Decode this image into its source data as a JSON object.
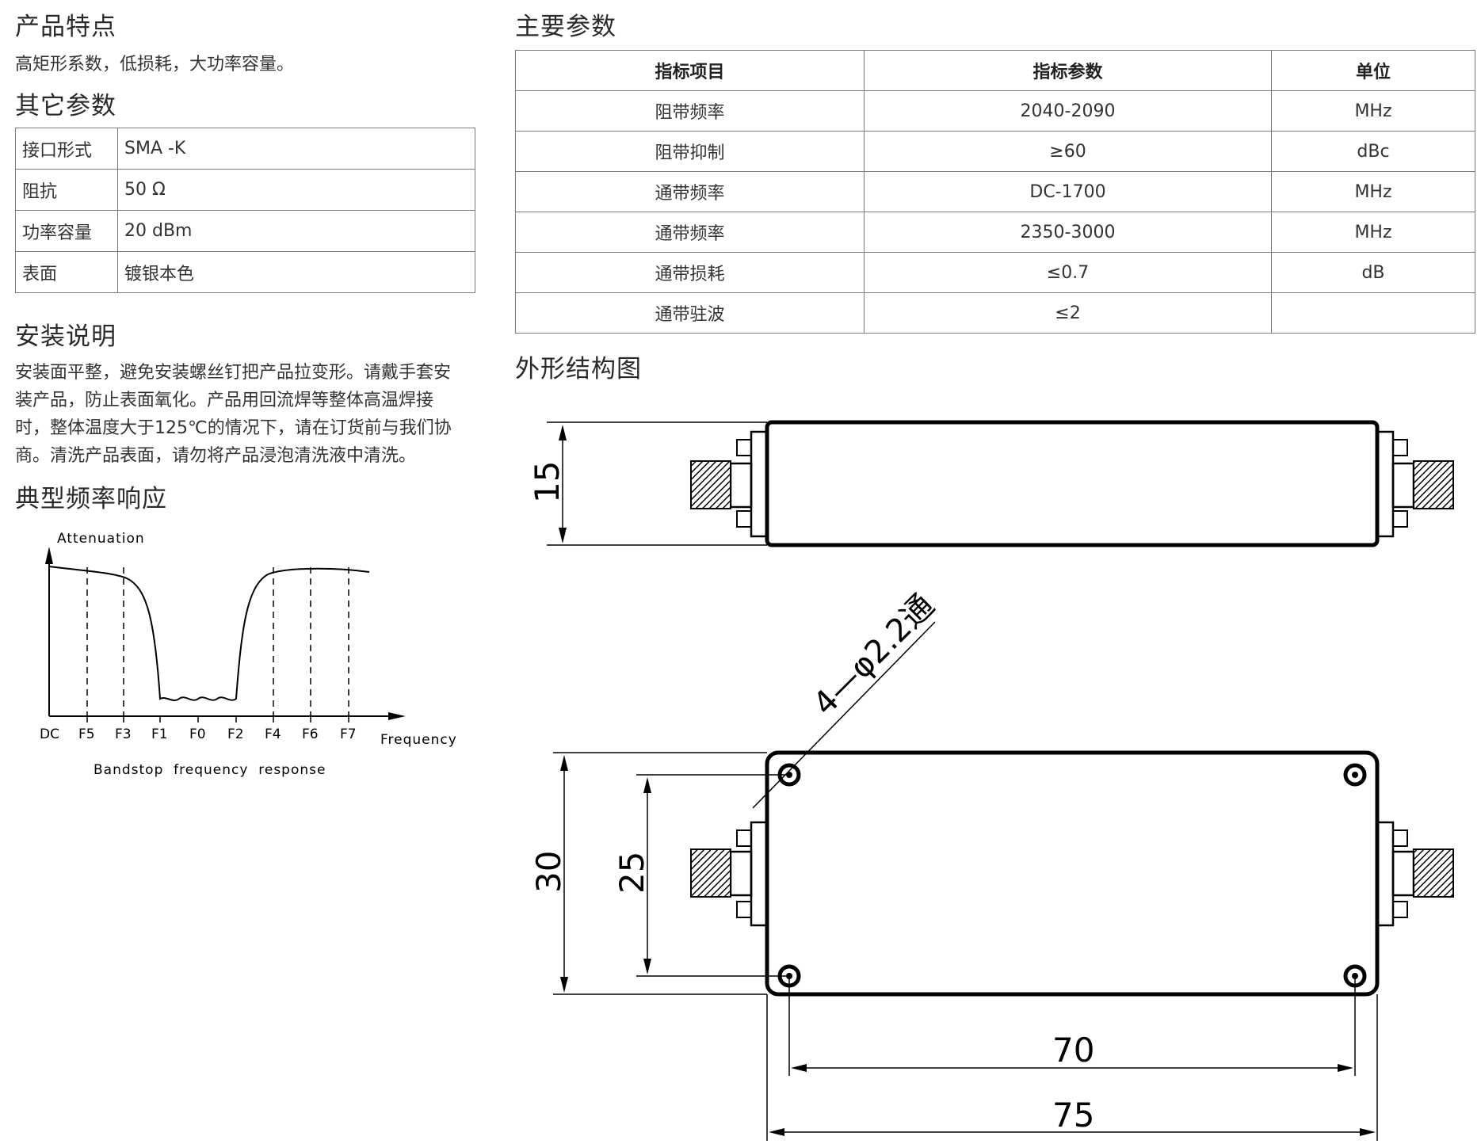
{
  "features": {
    "title": "产品特点",
    "text": "高矩形系数，低损耗，大功率容量。"
  },
  "other_params": {
    "title": "其它参数",
    "rows": [
      {
        "key": "接口形式",
        "value": "SMA -K"
      },
      {
        "key": "阻抗",
        "value": "50 Ω"
      },
      {
        "key": "功率容量",
        "value": "20 dBm"
      },
      {
        "key": "表面",
        "value": "镀银本色"
      }
    ]
  },
  "install": {
    "title": "安装说明",
    "lines": [
      "安装面平整，避免安装螺丝钉把产品拉变形。请戴手套安",
      "装产品，防止表面氧化。产品用回流焊等整体高温焊接",
      "时，整体温度大于125℃的情况下，请在订货前与我们协",
      "商。清洗产品表面，请勿将产品浸泡清洗液中清洗。"
    ]
  },
  "freq_response": {
    "title": "典型频率响应",
    "y_label": "Attenuation",
    "x_label": "Frequency",
    "caption": "Bandstop  frequency  response",
    "ticks": [
      "DC",
      "F5",
      "F3",
      "F1",
      "F0",
      "F2",
      "F4",
      "F6",
      "F7"
    ]
  },
  "main_params": {
    "title": "主要参数",
    "headers": [
      "指标项目",
      "指标参数",
      "单位"
    ],
    "rows": [
      {
        "item": "阻带频率",
        "value": "2040-2090",
        "unit": "MHz"
      },
      {
        "item": "阻带抑制",
        "value": "≥60",
        "unit": "dBc"
      },
      {
        "item": "通带频率",
        "value": "DC-1700",
        "unit": "MHz"
      },
      {
        "item": "通带频率",
        "value": "2350-3000",
        "unit": "MHz"
      },
      {
        "item": "通带损耗",
        "value": "≤0.7",
        "unit": "dB"
      },
      {
        "item": "通带驻波",
        "value": "≤2",
        "unit": ""
      }
    ]
  },
  "outline": {
    "title": "外形结构图",
    "dim_height_side": "15",
    "dim_hole_note": "4—φ2.2通",
    "dim_height": "30",
    "dim_hole_spacing_v": "25",
    "dim_hole_spacing_h": "70",
    "dim_length": "75"
  }
}
